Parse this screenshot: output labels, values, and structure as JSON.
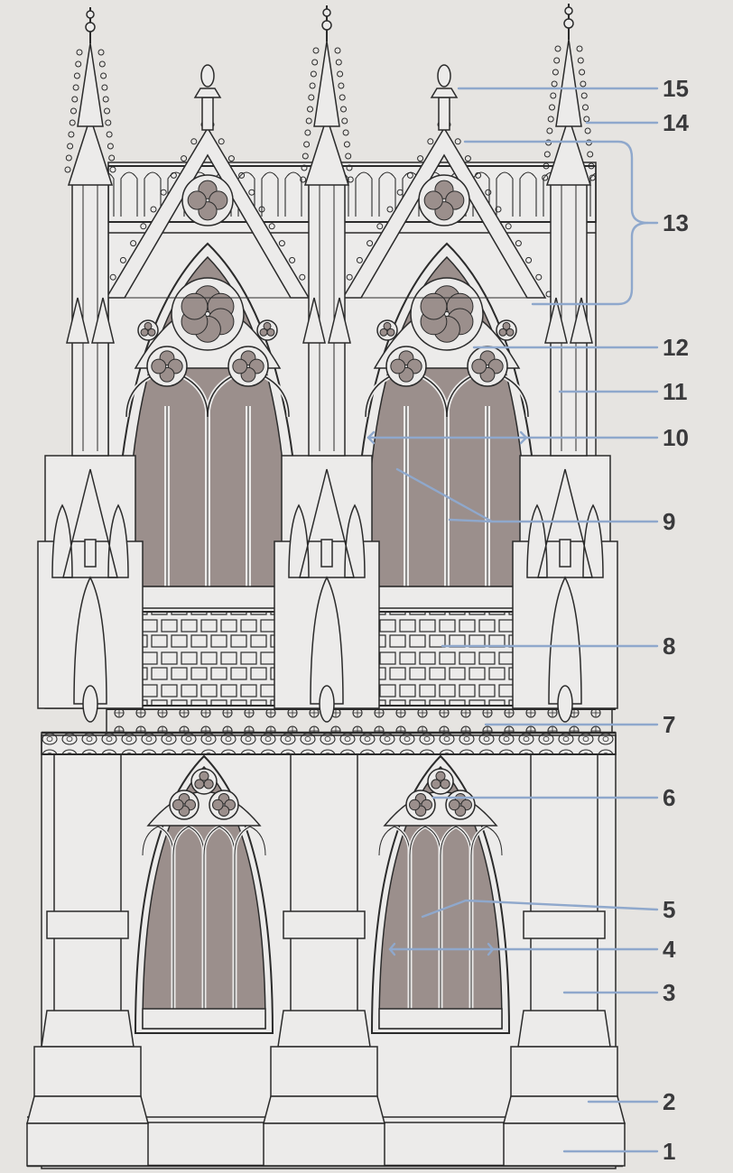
{
  "diagram": {
    "colors": {
      "background": "#e6e4e1",
      "stone": "#ecebea",
      "line": "#2b2b2b",
      "glass": "#9b8f8c",
      "leader": "#8fa8cc",
      "label_text": "#3a3a3c"
    },
    "labels": [
      "1",
      "2",
      "3",
      "4",
      "5",
      "6",
      "7",
      "8",
      "9",
      "10",
      "11",
      "12",
      "13",
      "14",
      "15"
    ]
  }
}
